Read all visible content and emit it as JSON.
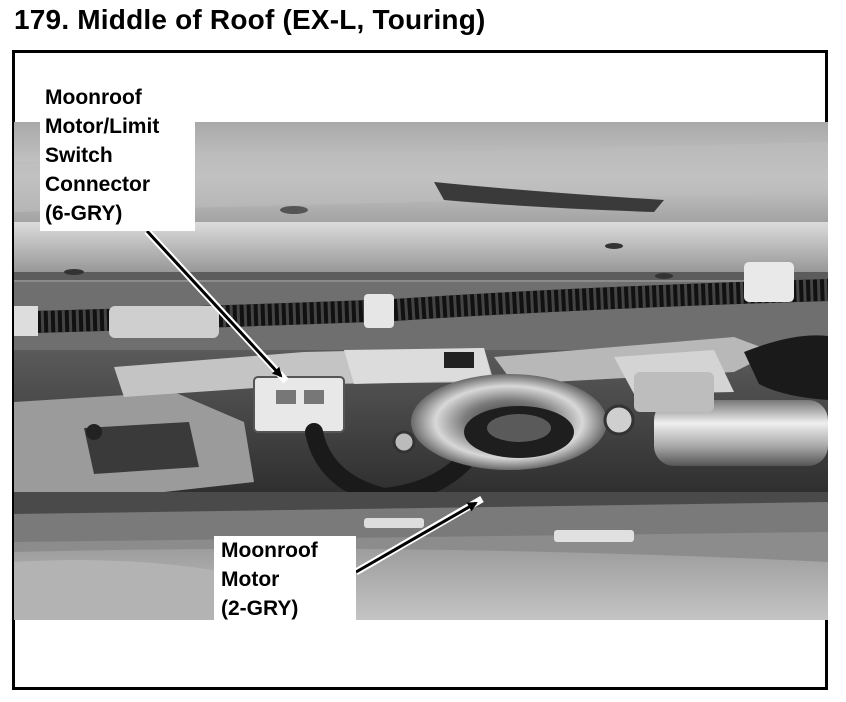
{
  "page": {
    "title": "179. Middle of Roof (EX-L, Touring)"
  },
  "callouts": {
    "connector": {
      "lines": [
        "Moonroof",
        "Motor/Limit",
        "Switch",
        "Connector",
        "(6-GRY)"
      ]
    },
    "motor": {
      "lines": [
        "Moonroof",
        "Motor",
        "(2-GRY)"
      ]
    }
  }
}
